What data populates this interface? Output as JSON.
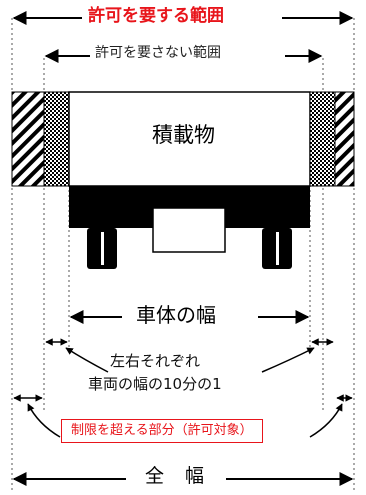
{
  "labels": {
    "title": "許可を要する範囲",
    "subtitle": "許可を要さない範囲",
    "cargo": "積載物",
    "body_width": "車体の幅",
    "each_side": "左右それぞれ",
    "tenth_of_width": "車両の幅の10分の1",
    "limit_exceed": "制限を超える部分（許可対象）",
    "total_width": "全　幅"
  },
  "colors": {
    "accent_red": "#e8151b",
    "vehicle": "#000000",
    "hatch": "#000000",
    "crosshatch": "#000000"
  }
}
